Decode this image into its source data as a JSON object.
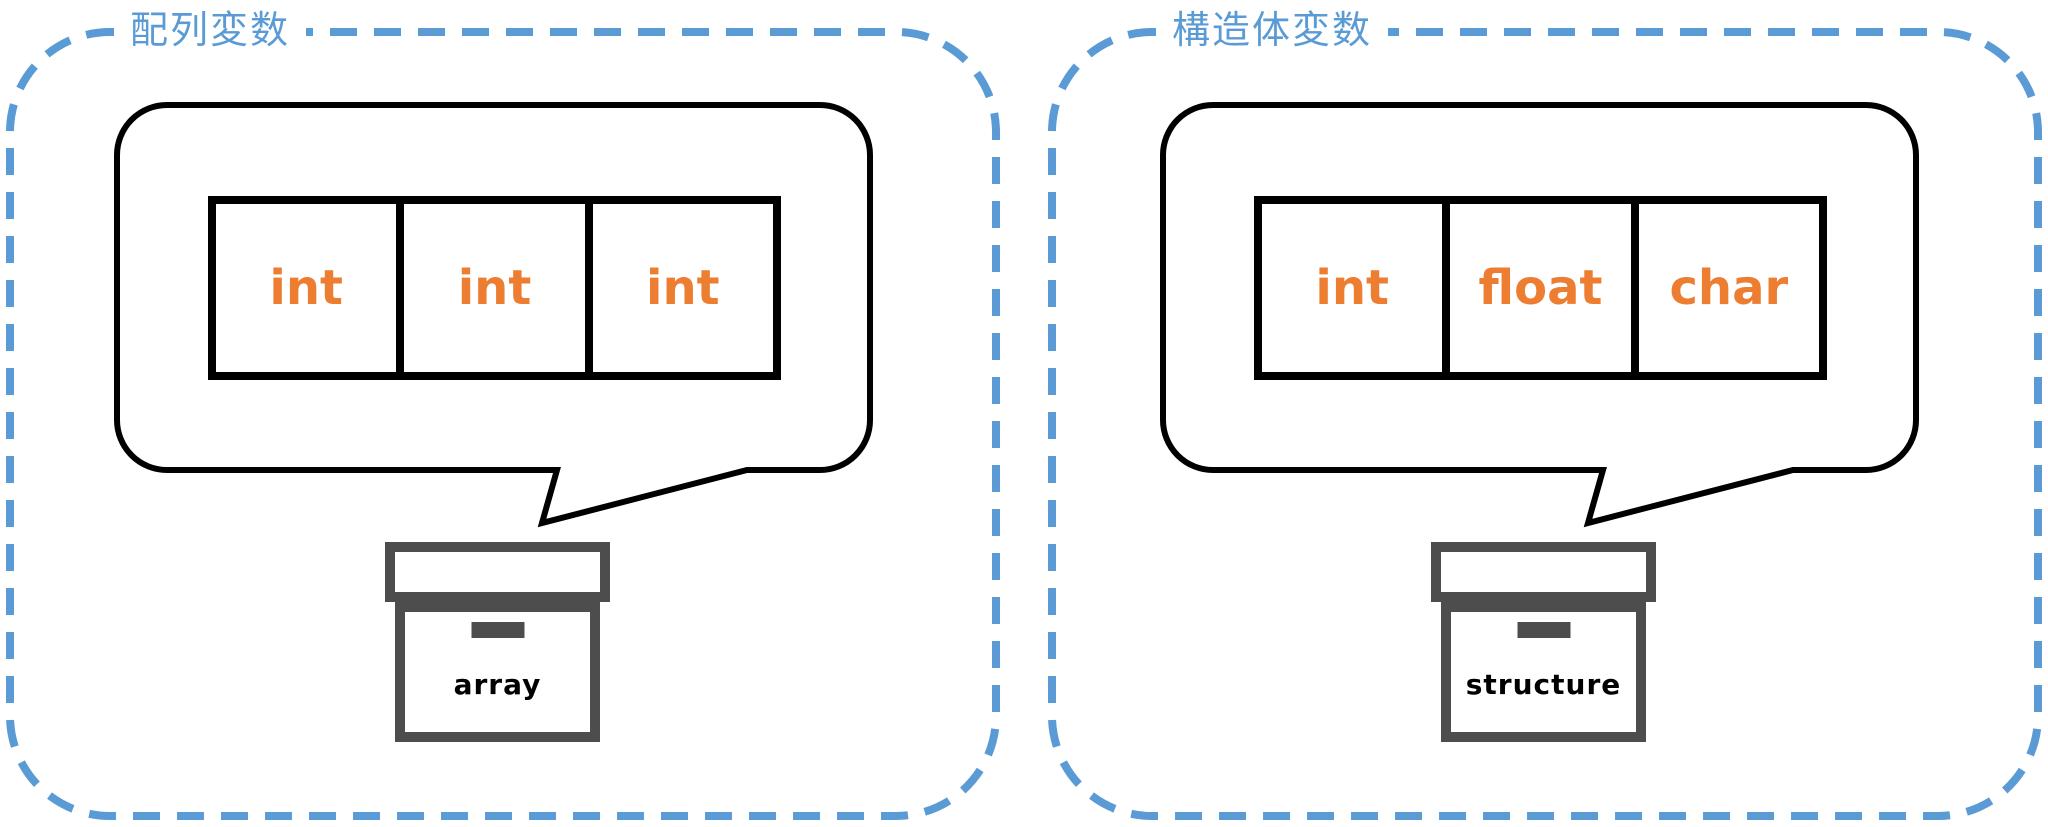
{
  "colors": {
    "panel_border_blue": "#5B9BD5",
    "type_text_orange": "#ED7D31",
    "box_gray": "#4D4D4D",
    "bubble_line_black": "#000000"
  },
  "panels": [
    {
      "title": "配列変数",
      "cells": [
        "int",
        "int",
        "int"
      ],
      "box_label": "array"
    },
    {
      "title": "構造体変数",
      "cells": [
        "int",
        "float",
        "char"
      ],
      "box_label": "structure"
    }
  ]
}
